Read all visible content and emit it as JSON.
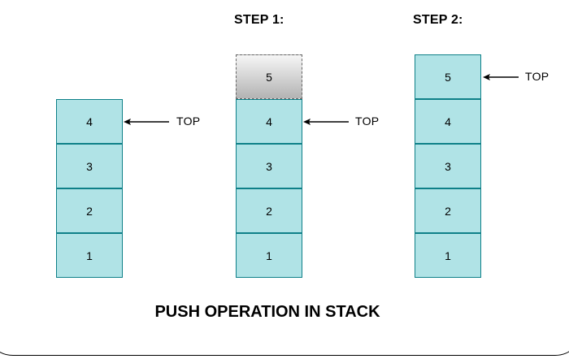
{
  "steps": [
    {
      "label": ""
    },
    {
      "label": "STEP 1:"
    },
    {
      "label": "STEP 2:"
    }
  ],
  "stacks": [
    {
      "cells": [
        "4",
        "3",
        "2",
        "1"
      ],
      "top_label": "TOP"
    },
    {
      "cells": [
        "5",
        "4",
        "3",
        "2",
        "1"
      ],
      "top_label": "TOP",
      "pending_value": "5"
    },
    {
      "cells": [
        "5",
        "4",
        "3",
        "2",
        "1"
      ],
      "top_label": "TOP"
    }
  ],
  "caption": "PUSH OPERATION IN STACK",
  "colors": {
    "cell_fill": "#b0e3e6",
    "cell_border": "#0e8088",
    "pending_fill_top": "#f6f6f6",
    "pending_fill_bottom": "#b3b3b3"
  }
}
